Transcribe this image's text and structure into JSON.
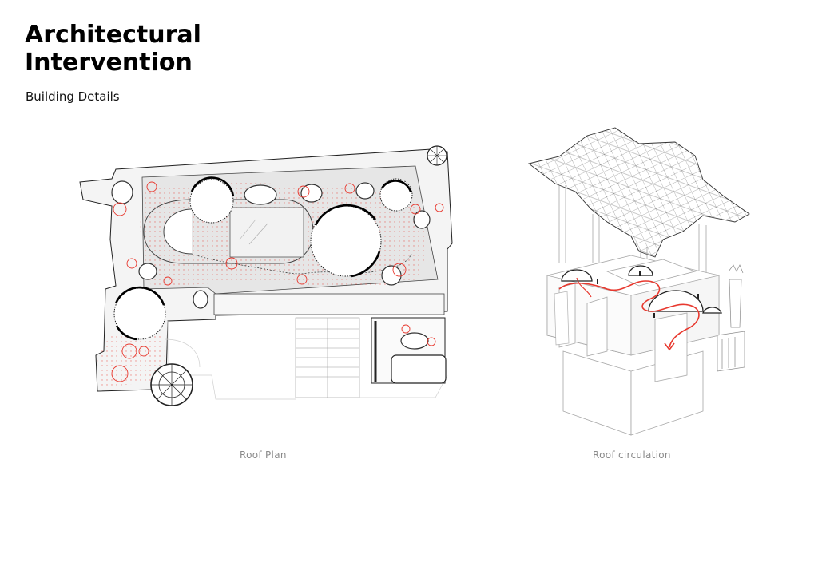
{
  "header": {
    "title_line1": "Architectural",
    "title_line2": "Intervention",
    "subtitle": "Building Details"
  },
  "figures": {
    "left_caption": "Roof Plan",
    "right_caption": "Roof circulation"
  },
  "colors": {
    "accent": "#e8392f",
    "line": "#222222",
    "light_line": "#bdbdbd",
    "fill_grey": "#e6e6e6",
    "caption": "#8a8a8a"
  }
}
